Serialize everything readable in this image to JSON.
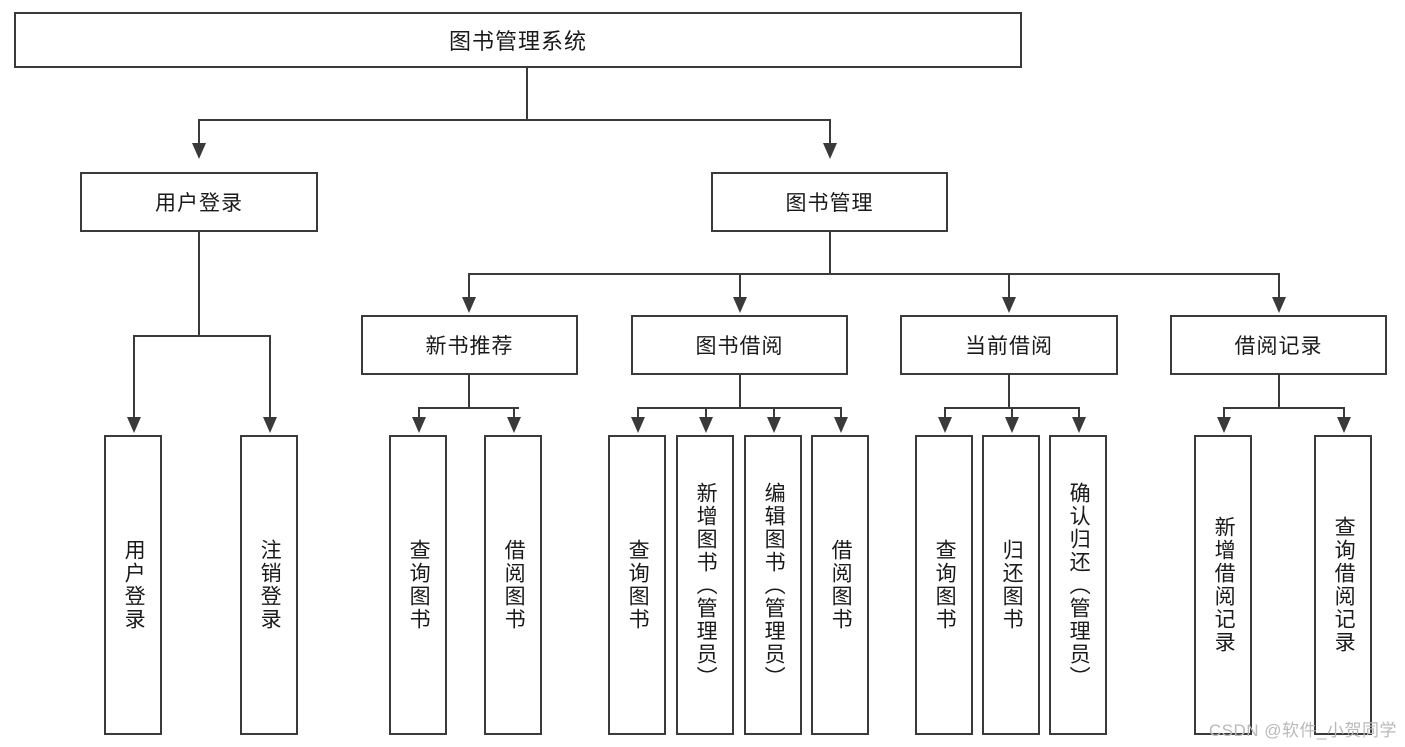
{
  "diagram": {
    "title": "图书管理系统",
    "type": "功能结构图",
    "watermark": "CSDN @软件_小贺同学",
    "colors": {
      "line": "#3a3a3a",
      "box_fill": "#ffffff",
      "text": "#1a1a1a",
      "watermark": "#b9b9b9"
    },
    "root": {
      "label": "图书管理系统"
    },
    "level1": [
      {
        "label": "用户登录"
      },
      {
        "label": "图书管理"
      }
    ],
    "level2": [
      {
        "label": "新书推荐"
      },
      {
        "label": "图书借阅"
      },
      {
        "label": "当前借阅"
      },
      {
        "label": "借阅记录"
      }
    ],
    "leaves": {
      "user_login": [
        {
          "label": "用户登录"
        },
        {
          "label": "注销登录"
        }
      ],
      "new_book": [
        {
          "label": "查询图书"
        },
        {
          "label": "借阅图书"
        }
      ],
      "book_borrow": [
        {
          "label": "查询图书"
        },
        {
          "label": "新增图书（管理员）"
        },
        {
          "label": "编辑图书（管理员）"
        },
        {
          "label": "借阅图书"
        }
      ],
      "current_borrow": [
        {
          "label": "查询图书"
        },
        {
          "label": "归还图书"
        },
        {
          "label": "确认归还（管理员）"
        }
      ],
      "borrow_record": [
        {
          "label": "新增借阅记录"
        },
        {
          "label": "查询借阅记录"
        }
      ]
    }
  }
}
